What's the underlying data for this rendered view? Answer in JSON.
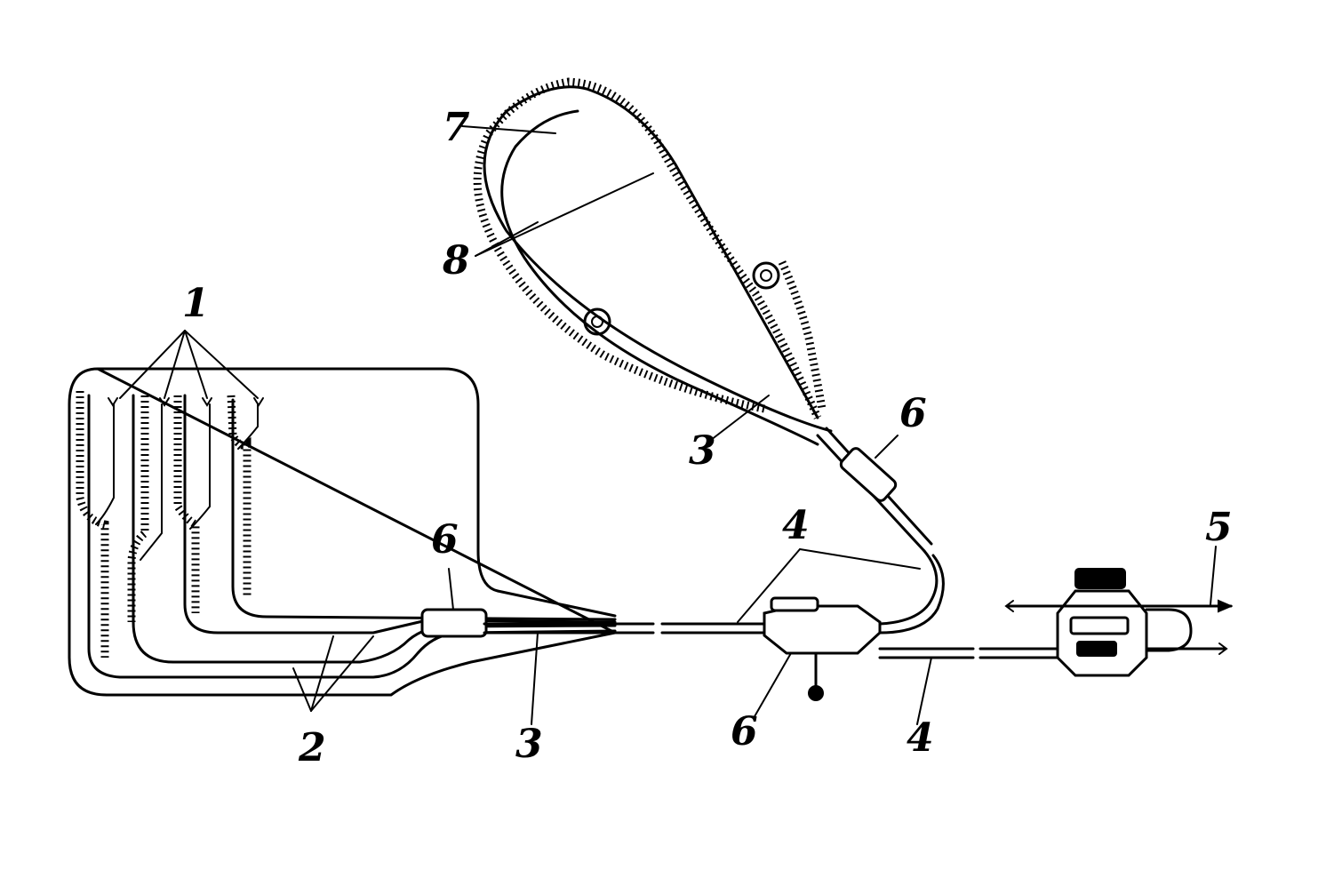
{
  "labels": {
    "l1": "1",
    "l2": "2",
    "l3a": "3",
    "l3b": "3",
    "l4a": "4",
    "l4b": "4",
    "l5": "5",
    "l6a": "6",
    "l6b": "6",
    "l6c": "6",
    "l7": "7",
    "l8": "8"
  }
}
